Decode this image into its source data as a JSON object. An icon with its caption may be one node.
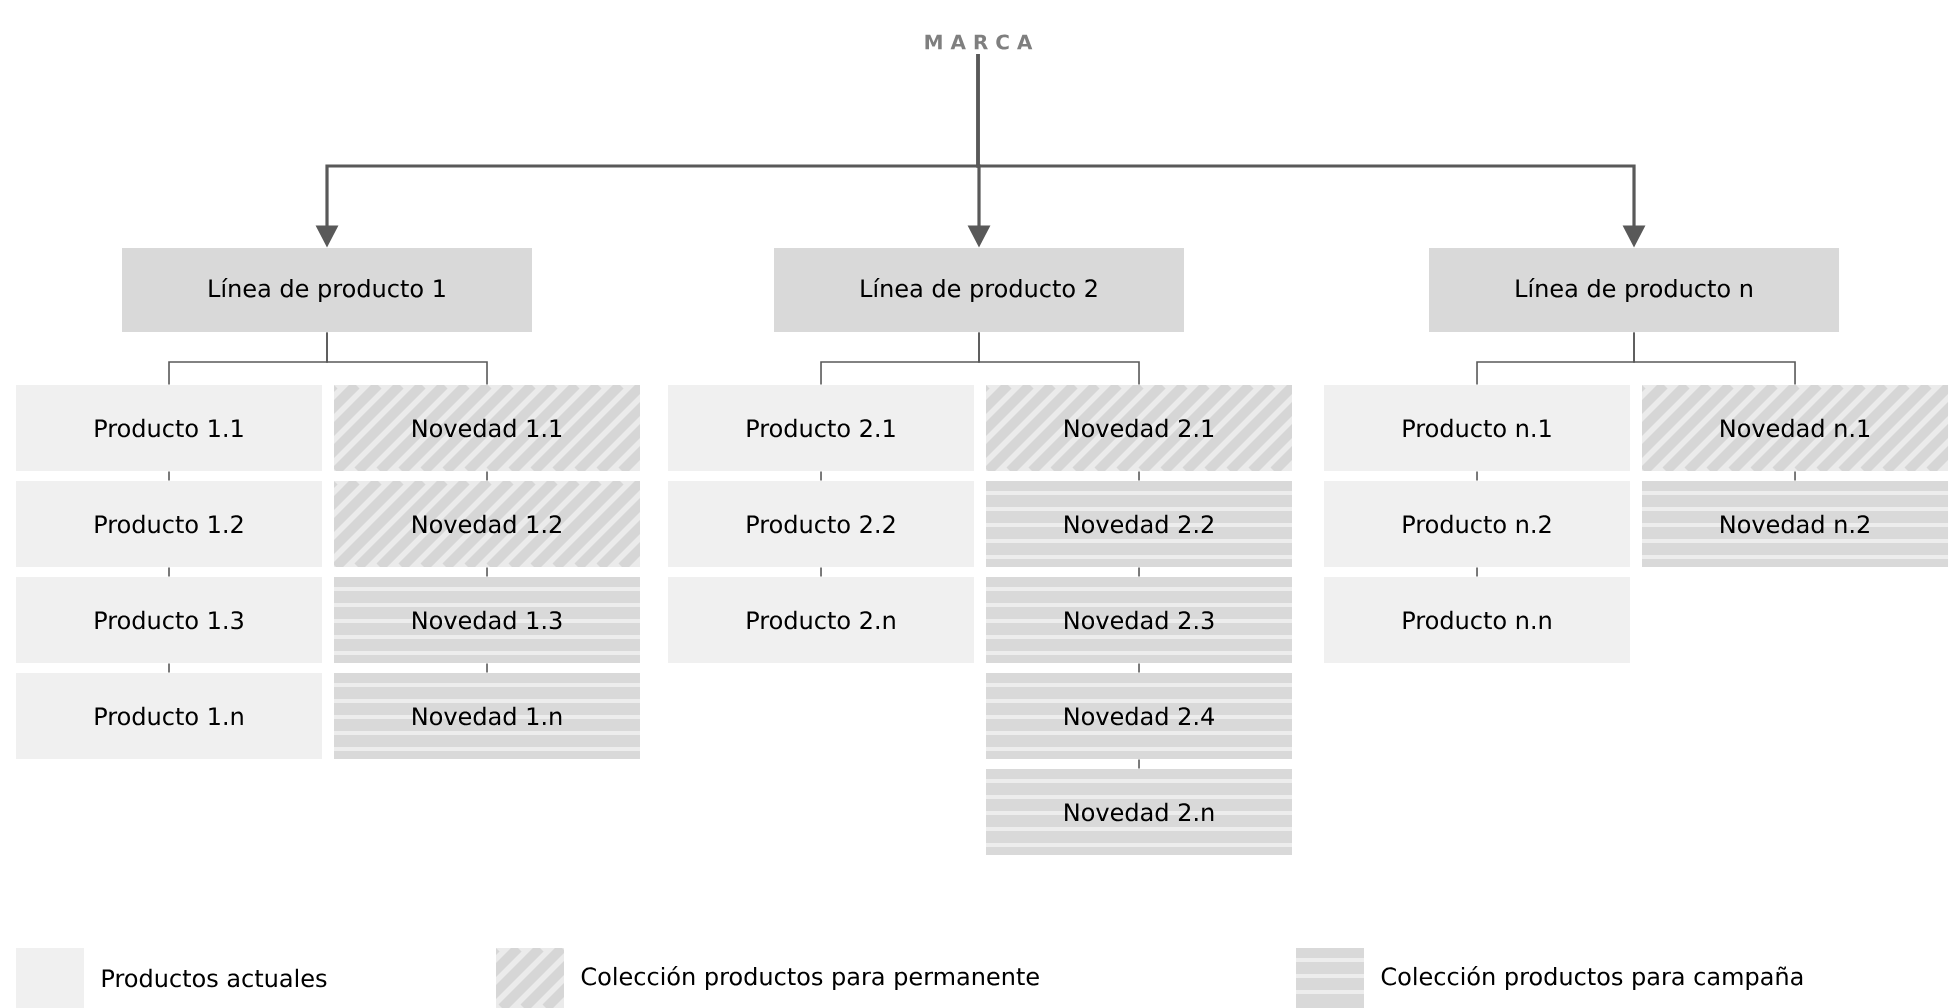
{
  "diagram": {
    "nodes": [
      {
        "text": [
          "M A R C A"
        ]
      },
      {
        "text": [
          "Línea de producto 1"
        ]
      },
      {
        "text": [
          "Línea de producto 2"
        ]
      },
      {
        "text": [
          "Línea de producto n"
        ]
      },
      {
        "text": [
          "Producto 1.1"
        ]
      },
      {
        "text": [
          "Novedad 1.1"
        ]
      },
      {
        "text": [
          "Producto 1.2"
        ]
      },
      {
        "text": [
          "Novedad 1.2"
        ]
      },
      {
        "text": [
          "Producto 1.3"
        ]
      },
      {
        "text": [
          "Novedad 1.3"
        ]
      },
      {
        "text": [
          "Producto 1.n"
        ]
      },
      {
        "text": [
          "Novedad 1.n"
        ]
      },
      {
        "text": [
          "Producto 2.1"
        ]
      },
      {
        "text": [
          "Novedad 2.1"
        ]
      },
      {
        "text": [
          "Producto 2.2"
        ]
      },
      {
        "text": [
          "Novedad 2.2"
        ]
      },
      {
        "text": [
          "Producto 2.n"
        ]
      },
      {
        "text": [
          "Novedad 2.3"
        ]
      },
      {
        "text": [
          "Novedad 2.4"
        ]
      },
      {
        "text": [
          "Novedad 2.n"
        ]
      },
      {
        "text": [
          "Producto n.1"
        ]
      },
      {
        "text": [
          "Novedad n.1"
        ]
      },
      {
        "text": [
          "Producto n.2"
        ]
      },
      {
        "text": [
          "Novedad n.2"
        ]
      },
      {
        "text": [
          "Producto n.n"
        ]
      }
    ],
    "edges": [
      {
        "from": 0,
        "to": 1,
        "arrow": "to"
      },
      {
        "from": 0,
        "to": 2,
        "arrow": "to"
      },
      {
        "from": 0,
        "to": 3,
        "arrow": "to"
      },
      {
        "from": 1,
        "to": 4,
        "arrow": "none"
      },
      {
        "from": 1,
        "to": 5,
        "arrow": "none"
      },
      {
        "from": 2,
        "to": 12,
        "arrow": "none"
      },
      {
        "from": 2,
        "to": 13,
        "arrow": "none"
      },
      {
        "from": 3,
        "to": 20,
        "arrow": "none"
      },
      {
        "from": 3,
        "to": 21,
        "arrow": "none"
      },
      {
        "from": 4,
        "to": 6,
        "arrow": "none"
      },
      {
        "from": 6,
        "to": 8,
        "arrow": "none"
      },
      {
        "from": 8,
        "to": 10,
        "arrow": "none"
      },
      {
        "from": 5,
        "to": 7,
        "arrow": "none"
      },
      {
        "from": 7,
        "to": 9,
        "arrow": "none"
      },
      {
        "from": 9,
        "to": 11,
        "arrow": "none"
      },
      {
        "from": 12,
        "to": 14,
        "arrow": "none"
      },
      {
        "from": 14,
        "to": 16,
        "arrow": "none"
      },
      {
        "from": 13,
        "to": 15,
        "arrow": "none"
      },
      {
        "from": 15,
        "to": 17,
        "arrow": "none"
      },
      {
        "from": 17,
        "to": 18,
        "arrow": "none"
      },
      {
        "from": 18,
        "to": 19,
        "arrow": "none"
      },
      {
        "from": 20,
        "to": 22,
        "arrow": "none"
      },
      {
        "from": 22,
        "to": 24,
        "arrow": "none"
      },
      {
        "from": 21,
        "to": 23,
        "arrow": "none"
      }
    ],
    "legend": [
      {
        "text": "Productos actuales",
        "color": "#f0f0f0"
      },
      {
        "text": "Colección productos para permanente"
      },
      {
        "text": "Colección productos para campaña"
      }
    ]
  }
}
